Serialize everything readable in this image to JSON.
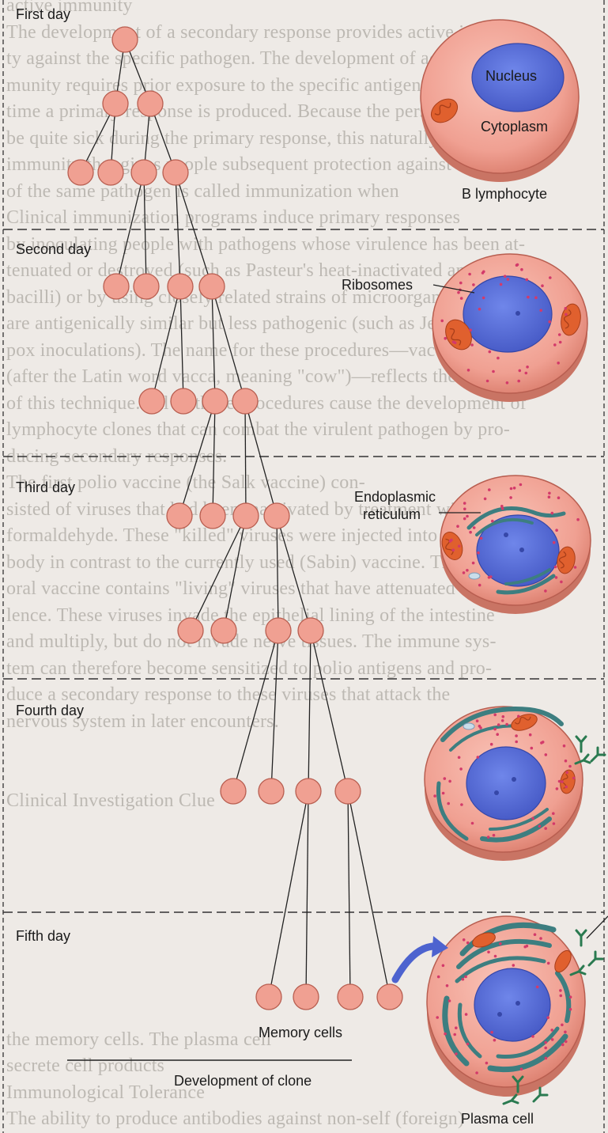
{
  "stage_labels": {
    "first": "First day",
    "second": "Second day",
    "third": "Third day",
    "fourth": "Fourth day",
    "fifth": "Fifth day"
  },
  "cell_labels": {
    "nucleus": "Nucleus",
    "cytoplasm": "Cytoplasm",
    "b_lymphocyte": "B lymphocyte",
    "ribosomes": "Ribosomes",
    "endoplasmic_reticulum_line1": "Endoplasmic",
    "endoplasmic_reticulum_line2": "reticulum",
    "plasma_cell": "Plasma cell"
  },
  "clone_labels": {
    "memory_cells": "Memory cells",
    "development_of_clone": "Development of clone"
  },
  "background_text": [
    "active immunity",
    "The development of a secondary response provides active immuni-",
    "ty against the specific pathogen. The development of active im-",
    "munity requires prior exposure to the specific antigen, at which",
    "time a primary response is produced. Because the person can",
    "be quite sick during the primary response, this naturally occurring",
    "immunity that gives people subsequent protection against the",
    "of the same pathogen is called immunization when",
    "Clinical immunization programs induce primary responses",
    "by inoculating people with pathogens whose virulence has been at-",
    "tenuated or destroyed (such as Pasteur's heat-inactivated anthrax",
    "bacilli) or by using closely related strains of microorganisms that",
    "are antigenically similar but less pathogenic (such as Jenner's cow-",
    "pox inoculations). The name for these procedures—vaccinations",
    "(after the Latin word vacca, meaning \"cow\")—reflects the history",
    "of this technique. All of these procedures cause the development of",
    "lymphocyte clones that can combat the virulent pathogen by pro-",
    "ducing secondary responses.",
    "The first polio vaccine (the Salk vaccine) con-",
    "sisted of viruses that had been inactivated by treatment with",
    "formaldehyde. These \"killed\" viruses were injected into the",
    "body in contrast to the currently used (Sabin) vaccine. The",
    "oral vaccine contains \"living\" viruses that have attenuated viru-",
    "lence. These viruses invade the epithelial lining of the intestine",
    "and multiply, but do not invade nerve tissues. The immune sys-",
    "tem can therefore become sensitized to polio antigens and pro-",
    "duce a secondary response to these viruses that attack the",
    "nervous system in later encounters.",
    "",
    "",
    "Clinical Investigation Clue",
    "",
    "",
    "",
    "",
    "",
    "",
    "",
    "",
    "the memory cells. The plasma cell",
    "secrete cell products",
    "Immunological Tolerance",
    "The ability to produce antibodies against non-self (foreign)"
  ],
  "colors": {
    "cell_fill": "#f0a092",
    "cell_outline": "#b85e50",
    "nucleus": "#5a6fd6",
    "organelle": "#e0602e",
    "er": "#3d7e80",
    "antibody": "#2a7a50",
    "arrow": "#4d63cf"
  }
}
